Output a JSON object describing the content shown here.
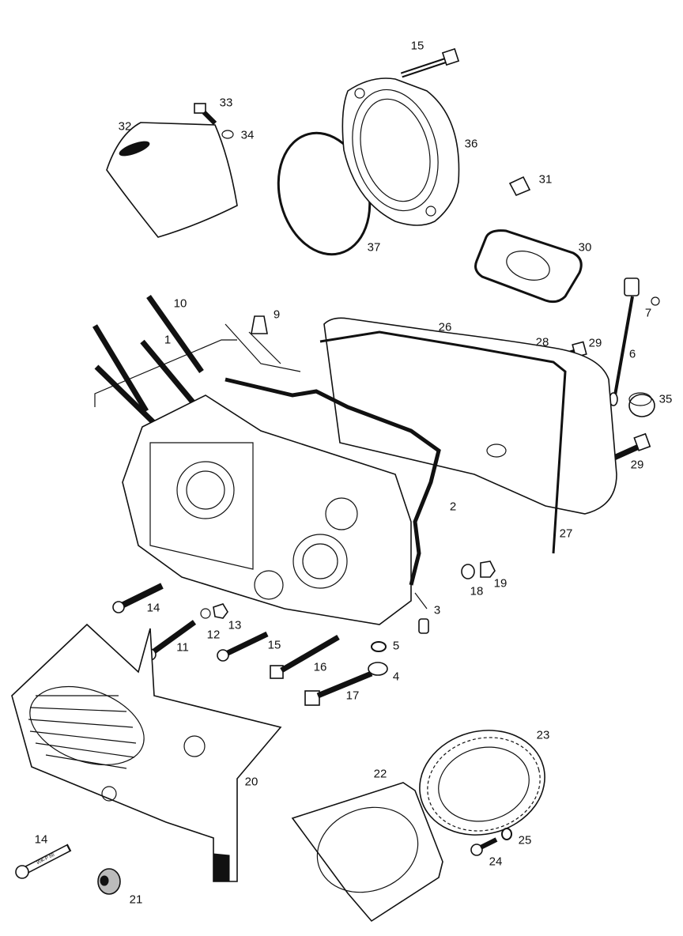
{
  "diagram": {
    "type": "exploded-parts-view",
    "part_labels": [
      "15",
      "33",
      "34",
      "32",
      "36",
      "31",
      "37",
      "30",
      "10",
      "9",
      "7",
      "1",
      "26",
      "28",
      "29",
      "6",
      "35",
      "29",
      "2",
      "27",
      "14",
      "18",
      "19",
      "13",
      "12",
      "3",
      "11",
      "15",
      "5",
      "16",
      "4",
      "17",
      "23",
      "20",
      "22",
      "14",
      "25",
      "24",
      "21"
    ],
    "stamp_text": "ИЖ-Р 88"
  }
}
